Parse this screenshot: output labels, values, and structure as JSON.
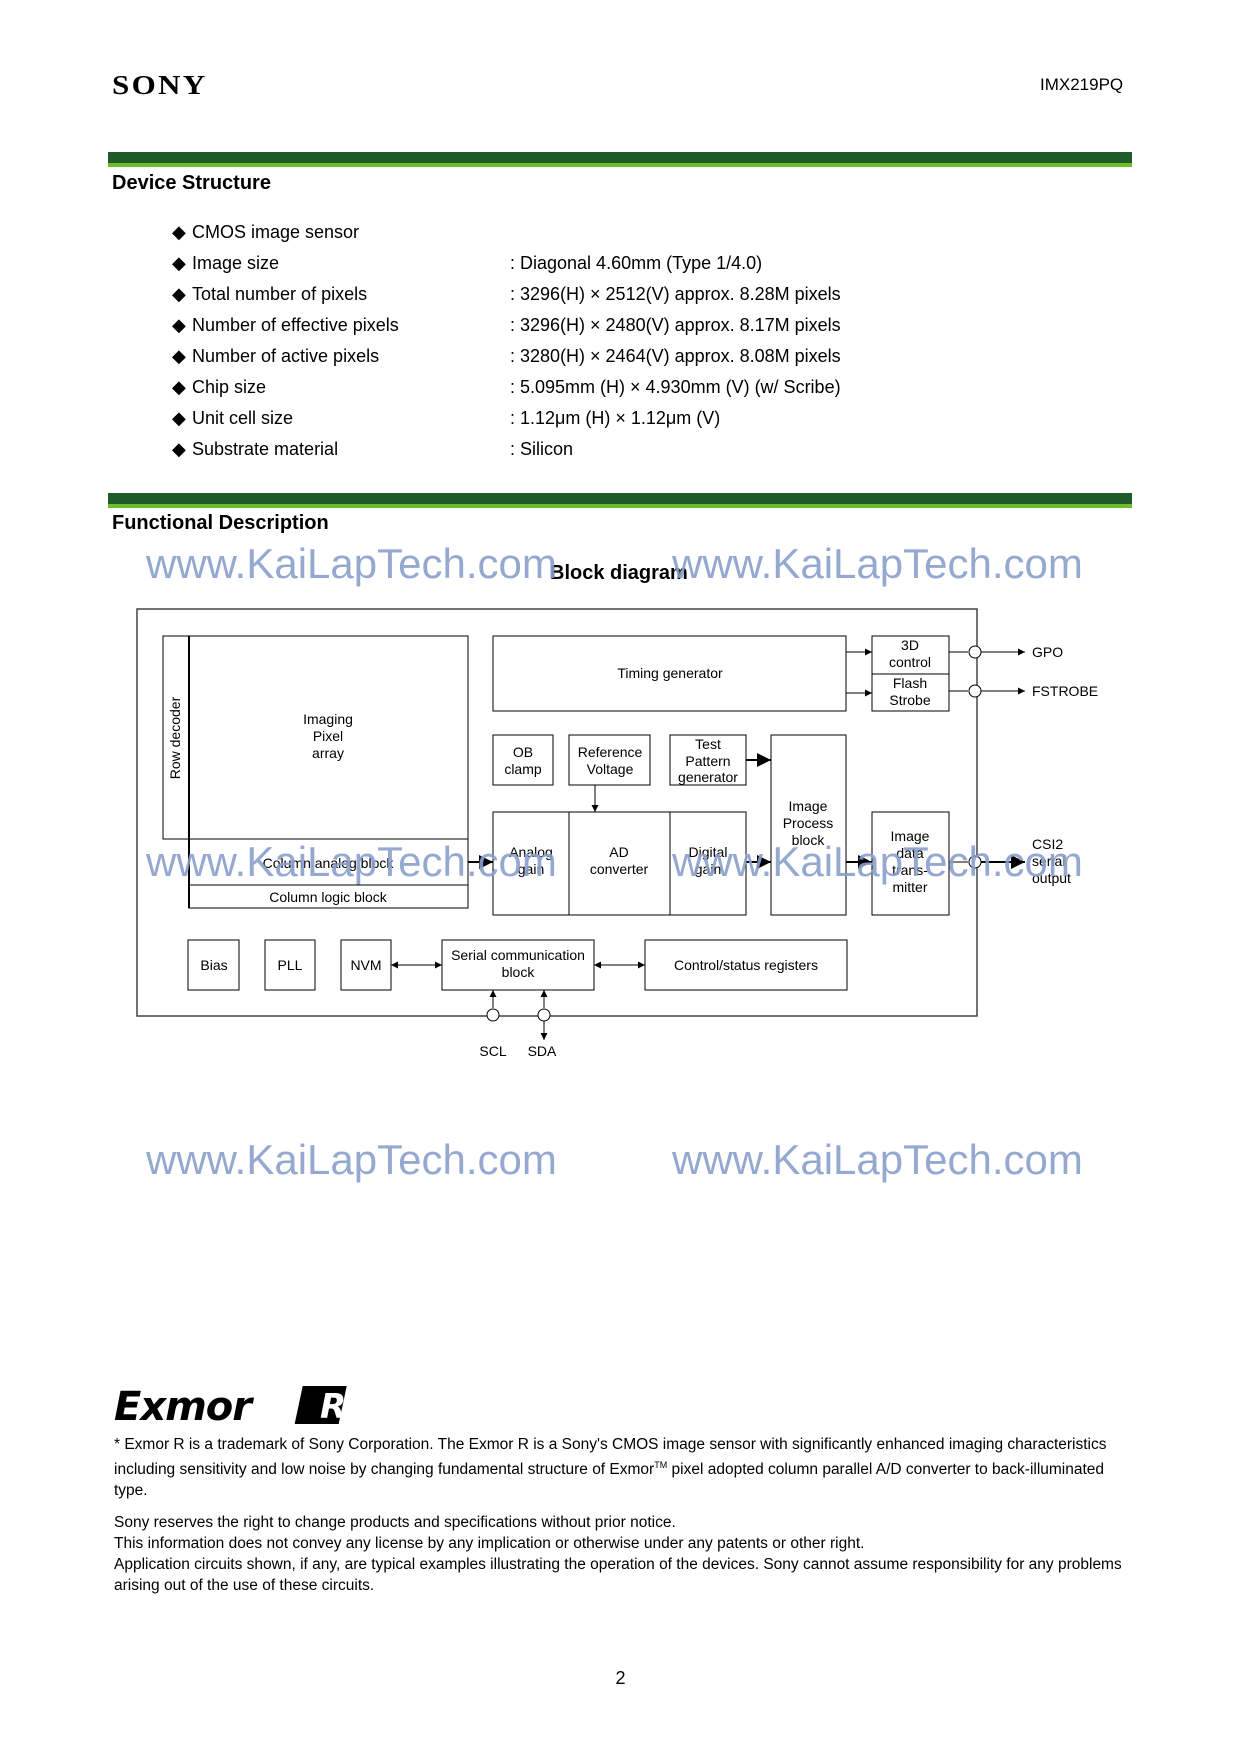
{
  "header": {
    "brand": "SONY",
    "part_number": "IMX219PQ"
  },
  "device_structure": {
    "title": "Device Structure",
    "bullet": "◆",
    "items": [
      {
        "label": "CMOS image sensor",
        "value": ""
      },
      {
        "label": "Image size",
        "value": ": Diagonal 4.60mm (Type 1/4.0)"
      },
      {
        "label": "Total number of pixels",
        "value": ": 3296(H) × 2512(V) approx. 8.28M pixels"
      },
      {
        "label": "Number of effective pixels",
        "value": ": 3296(H) × 2480(V) approx. 8.17M pixels"
      },
      {
        "label": "Number of active pixels",
        "value": ": 3280(H) × 2464(V) approx. 8.08M pixels"
      },
      {
        "label": "Chip size",
        "value": ": 5.095mm (H) × 4.930mm (V) (w/ Scribe)"
      },
      {
        "label": "Unit cell size",
        "value": ": 1.12μm (H) × 1.12μm (V)"
      },
      {
        "label": "Substrate material",
        "value": ": Silicon"
      }
    ]
  },
  "functional_description": {
    "title": "Functional Description",
    "diagram_title": "Block diagram"
  },
  "block_diagram": {
    "row_decoder": "Row decoder",
    "imaging": [
      "Imaging",
      "Pixel",
      "array"
    ],
    "column_analog": "Column analog block",
    "column_logic": "Column logic block",
    "timing": "Timing generator",
    "ctrl_3d": [
      "3D",
      "control"
    ],
    "flash": [
      "Flash",
      "Strobe"
    ],
    "gpo": "GPO",
    "fstrobe": "FSTROBE",
    "ob": [
      "OB",
      "clamp"
    ],
    "ref": [
      "Reference",
      "Voltage"
    ],
    "test": [
      "Test",
      "Pattern",
      "generator"
    ],
    "analog_gain": [
      "Analog",
      "gain"
    ],
    "ad": [
      "AD",
      "converter"
    ],
    "digital_gain": [
      "Digital",
      "gain"
    ],
    "ipb": [
      "Image",
      "Process",
      "block"
    ],
    "idt": [
      "Image",
      "data",
      "trans-",
      "mitter"
    ],
    "csi": [
      "CSI2",
      "serial",
      "output"
    ],
    "bias": "Bias",
    "pll": "PLL",
    "nvm": "NVM",
    "serial": [
      "Serial communication",
      "block"
    ],
    "ctrl_regs": "Control/status registers",
    "scl": "SCL",
    "sda": "SDA"
  },
  "watermarks": {
    "text": "www.KaiLapTech.com"
  },
  "footer": {
    "exmor_logo": "Exmor R",
    "footnote_prefix": "* Exmor R is a trademark of Sony Corporation. The Exmor R is a Sony's CMOS image sensor with significantly enhanced imaging characteristics including sensitivity and low noise by changing fundamental structure of Exmor",
    "footnote_tm": "TM",
    "footnote_suffix": " pixel adopted column parallel A/D converter to back-illuminated type.",
    "disclaimer": [
      "Sony reserves the right to change products and specifications without prior notice.",
      "This information does not convey any license by any implication or otherwise under any patents or other right.",
      "Application circuits shown, if any, are typical examples illustrating the operation of the devices. Sony cannot assume responsibility for any problems arising out of the use of these circuits."
    ],
    "page_number": "2"
  }
}
